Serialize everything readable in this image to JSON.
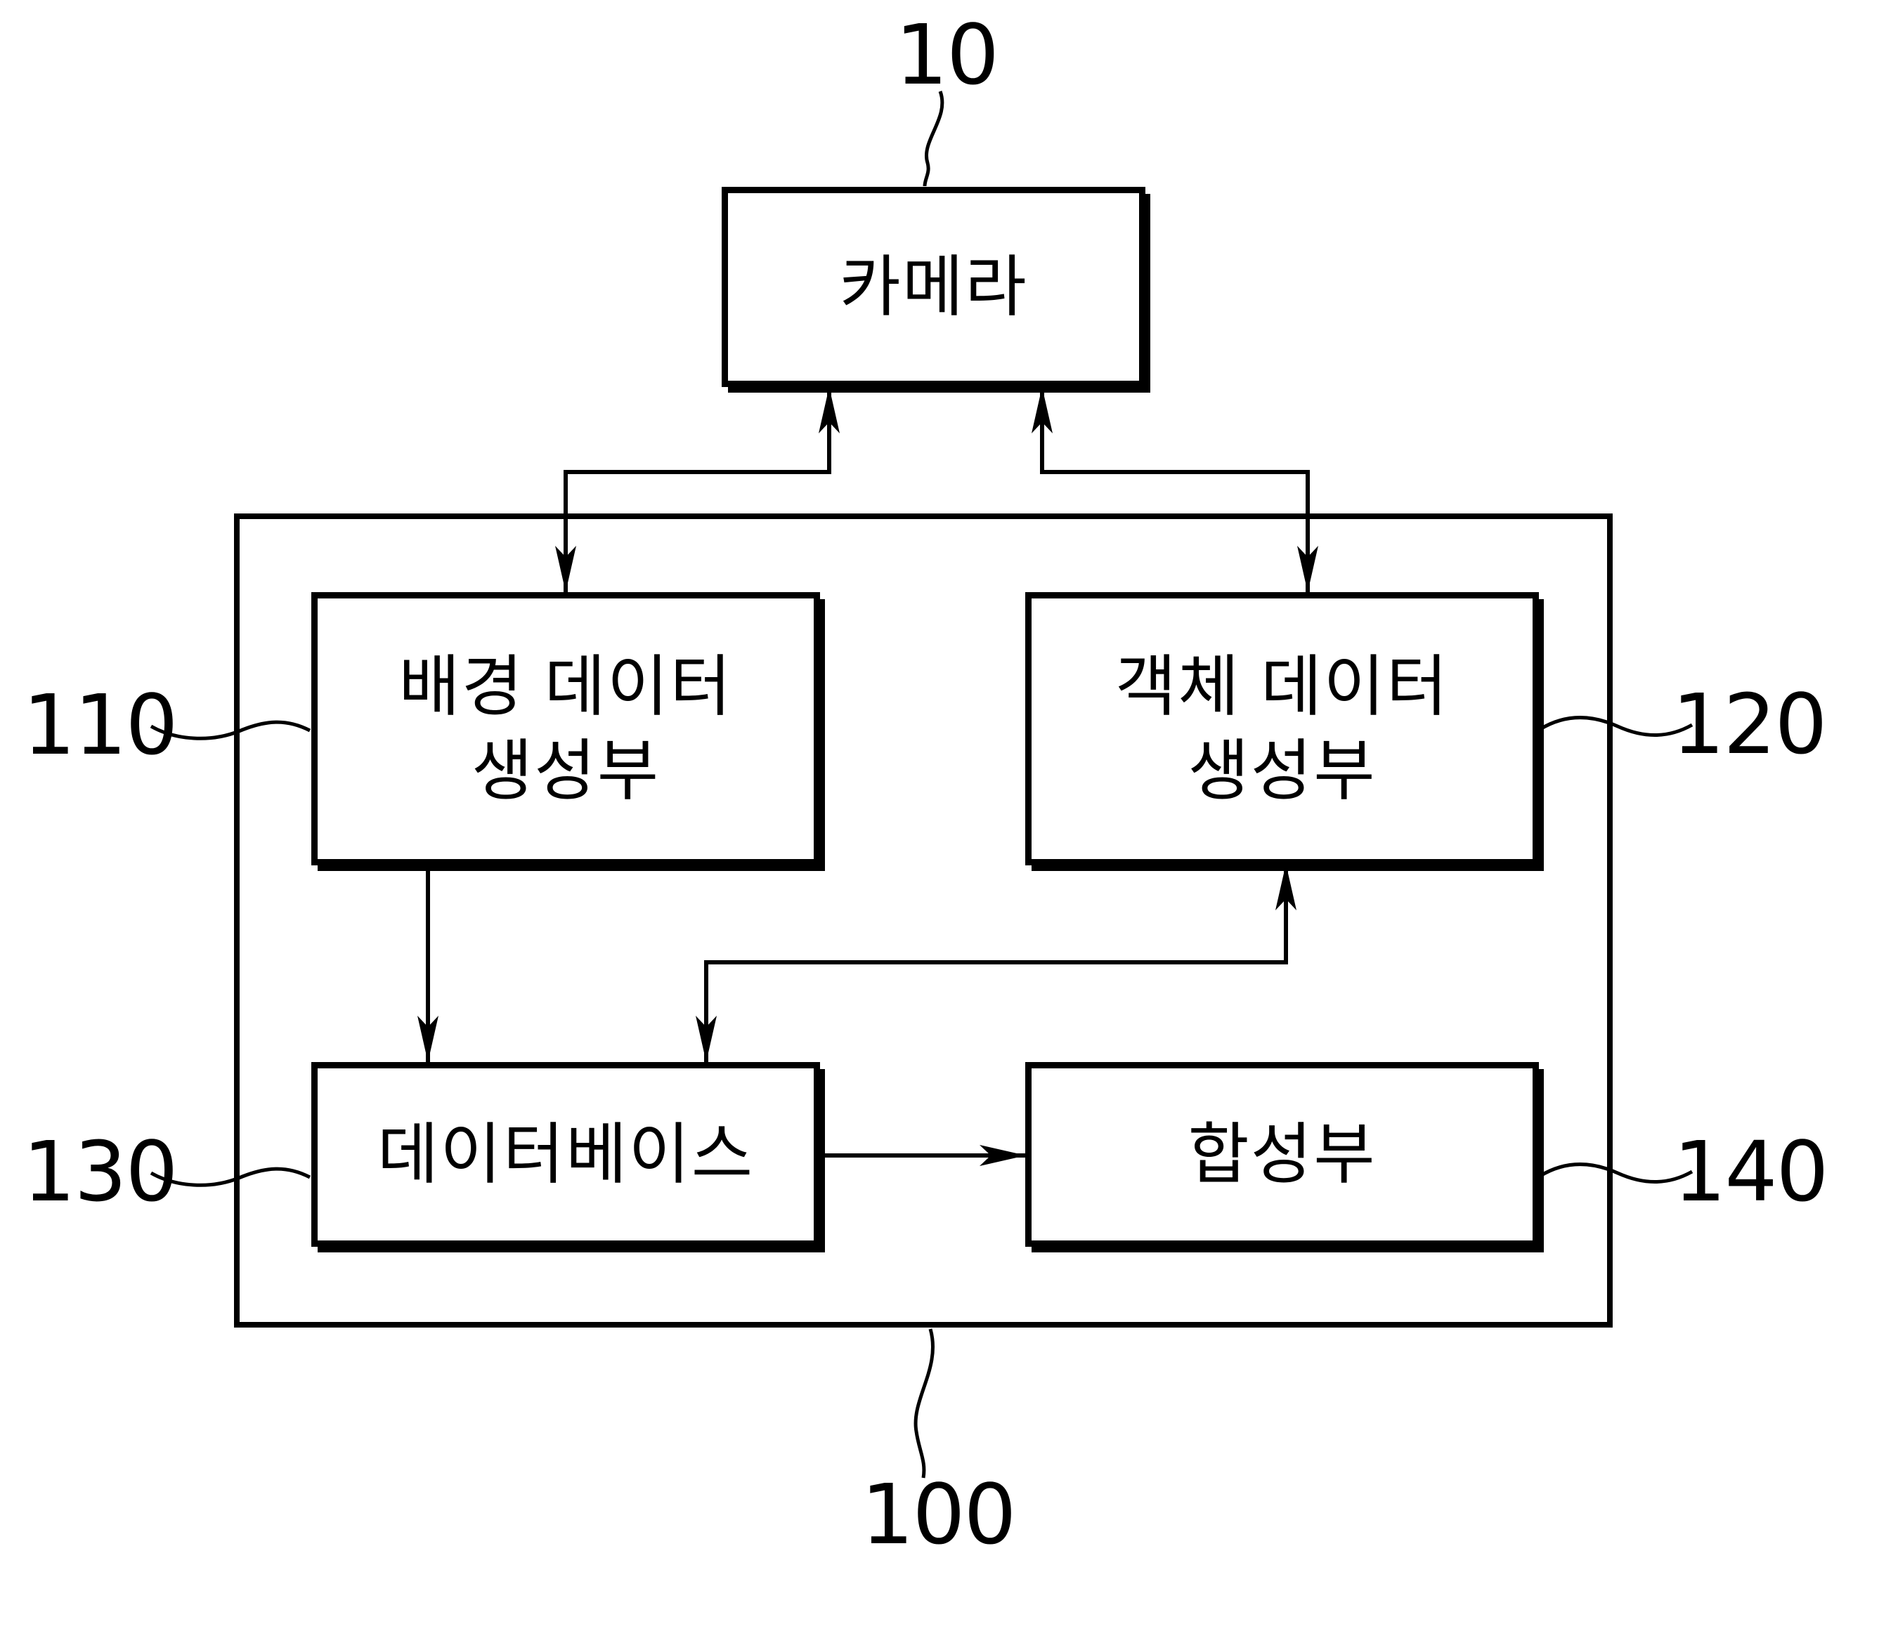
{
  "diagram": {
    "title_hint": "camera-and-data-generation-system block diagram",
    "colors": {
      "line": "#000000",
      "background": "#ffffff",
      "text": "#000000"
    },
    "camera": {
      "label": "카메라",
      "ref": "10"
    },
    "background_generator": {
      "line1": "배경 데이터",
      "line2": "생성부",
      "ref": "110"
    },
    "object_generator": {
      "line1": "객체 데이터",
      "line2": "생성부",
      "ref": "120"
    },
    "database": {
      "label": "데이터베이스",
      "ref": "130"
    },
    "synthesizer": {
      "label": "합성부",
      "ref": "140"
    },
    "system": {
      "ref": "100"
    }
  }
}
